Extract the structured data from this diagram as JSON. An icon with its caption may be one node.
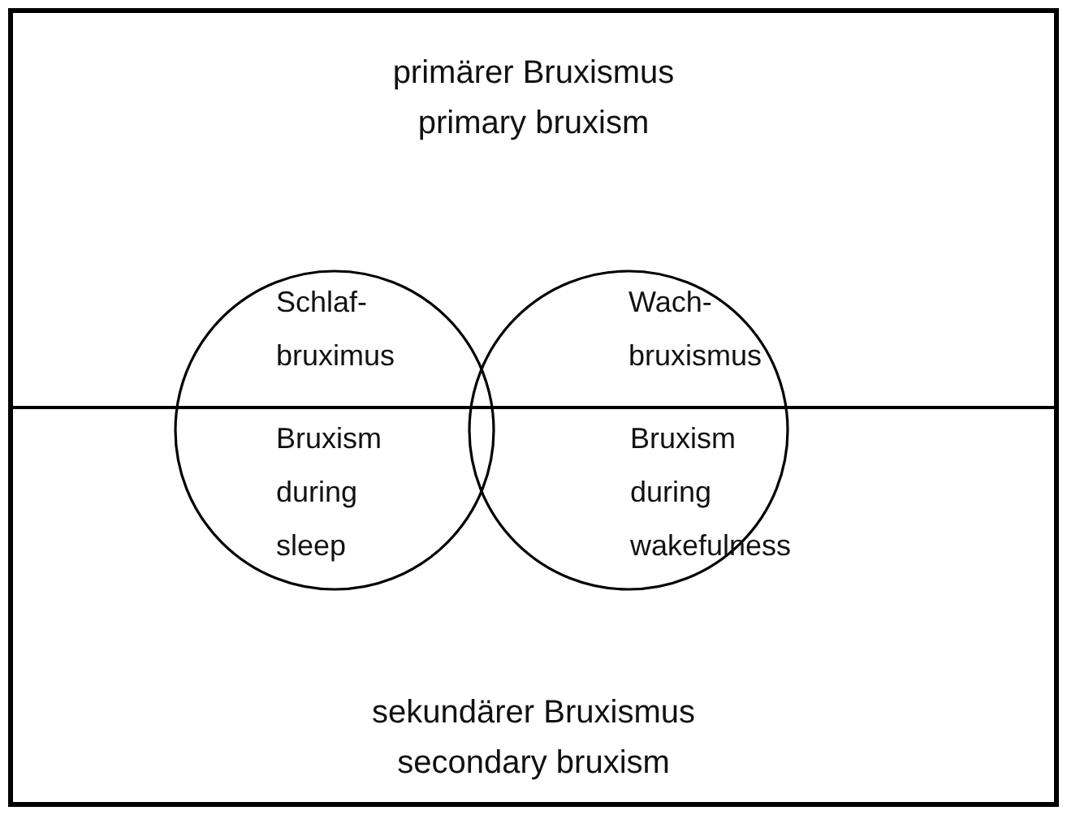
{
  "diagram": {
    "nodes": [
      {
        "text": [
          "primärer Bruxismus",
          "primary bruxism"
        ]
      },
      {
        "text": [
          "sekundärer Bruxismus",
          "secondary bruxism"
        ]
      },
      {
        "text": [
          "Schlaf- bruximus",
          "Bruxism during sleep"
        ]
      },
      {
        "text": [
          "Wach- bruxismus",
          "Bruxism during wakefulness"
        ]
      }
    ],
    "edges": []
  }
}
